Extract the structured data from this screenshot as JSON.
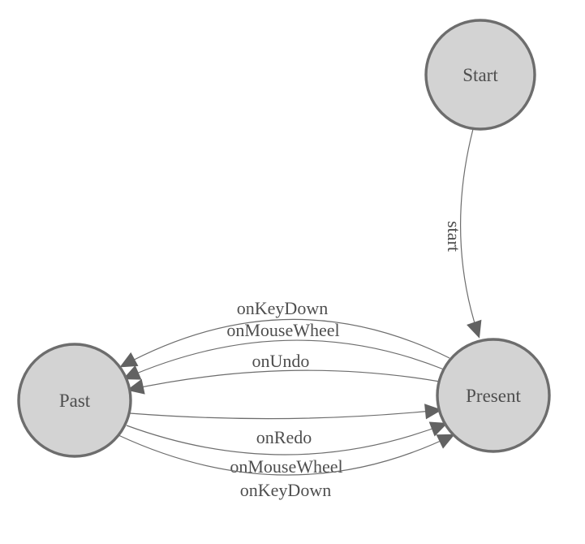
{
  "diagram": {
    "type": "state-machine",
    "colors": {
      "background": "#ffffff",
      "node_fill": "#d3d3d3",
      "node_stroke": "#6d6d6d",
      "edge": "#6d6d6d",
      "arrow": "#626262",
      "label": "#4e4e4e"
    },
    "nodes": [
      {
        "id": "start",
        "label": "Start"
      },
      {
        "id": "present",
        "label": "Present"
      },
      {
        "id": "past",
        "label": "Past"
      }
    ],
    "edges": [
      {
        "from": "Start",
        "to": "Present",
        "label": "start"
      },
      {
        "from": "Present",
        "to": "Past",
        "label": "onKeyDown"
      },
      {
        "from": "Present",
        "to": "Past",
        "label": "onMouseWheel"
      },
      {
        "from": "Present",
        "to": "Past",
        "label": "onUndo"
      },
      {
        "from": "Past",
        "to": "Present",
        "label": "onRedo"
      },
      {
        "from": "Past",
        "to": "Present",
        "label": "onMouseWheel"
      },
      {
        "from": "Past",
        "to": "Present",
        "label": "onKeyDown"
      }
    ]
  }
}
